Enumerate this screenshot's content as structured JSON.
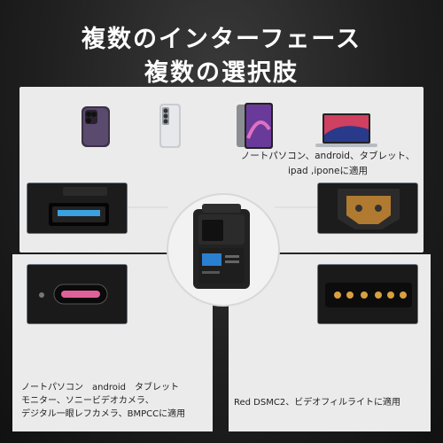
{
  "title_line1": "複数のインターフェース",
  "title_line2": "複数の選択肢",
  "caption_top_line1": "ノートパソコン、android、タブレット、",
  "caption_top_line2": "ipad ,iponeに適用",
  "caption_bottom_left_line1": "ノートパソコン　android　タブレット",
  "caption_bottom_left_line2": "モニター、ソニービデオカメラ、",
  "caption_bottom_left_line3": "デジタル一眼レフカメラ、BMPCCに適用",
  "caption_bottom_right": "Red DSMC2、ビデオフィルライトに適用",
  "icons": [
    "phone-purple-icon",
    "phone-silver-icon",
    "tablet-icon",
    "laptop-icon",
    "usb-a-port-icon",
    "dtap-port-icon",
    "usb-c-port-icon",
    "pogo-pins-icon",
    "battery-icon"
  ]
}
